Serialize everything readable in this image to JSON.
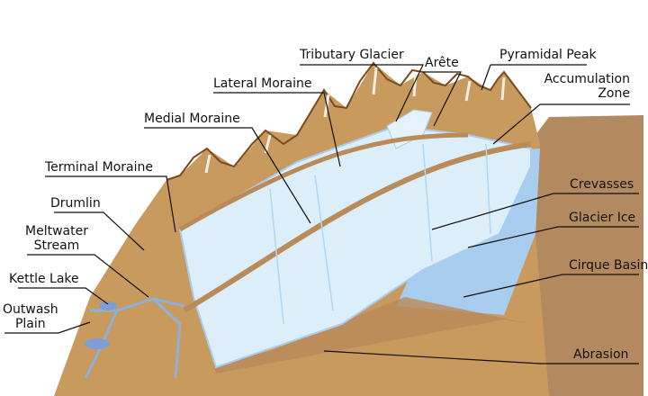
{
  "labels": {
    "tributary_glacier": "Tributary Glacier",
    "arete": "Arête",
    "pyramidal_peak": "Pyramidal Peak",
    "accumulation_zone_1": "Accumulation",
    "accumulation_zone_2": "Zone",
    "lateral_moraine": "Lateral Moraine",
    "medial_moraine": "Medial Moraine",
    "terminal_moraine": "Terminal Moraine",
    "drumlin": "Drumlin",
    "meltwater_stream_1": "Meltwater",
    "meltwater_stream_2": "Stream",
    "kettle_lake": "Kettle Lake",
    "outwash_plain_1": "Outwash",
    "outwash_plain_2": "Plain",
    "crevasses": "Crevasses",
    "glacier_ice": "Glacier Ice",
    "cirque_basin": "Cirque Basin",
    "abrasion": "Abrasion"
  },
  "colors": {
    "terrain": "#c99a5e",
    "terrain_dark": "#8a5a2b",
    "ice": "#dceefa",
    "ice_shadow": "#a9cdee",
    "water": "#7d9fd6",
    "moraine": "#b98a5a"
  }
}
